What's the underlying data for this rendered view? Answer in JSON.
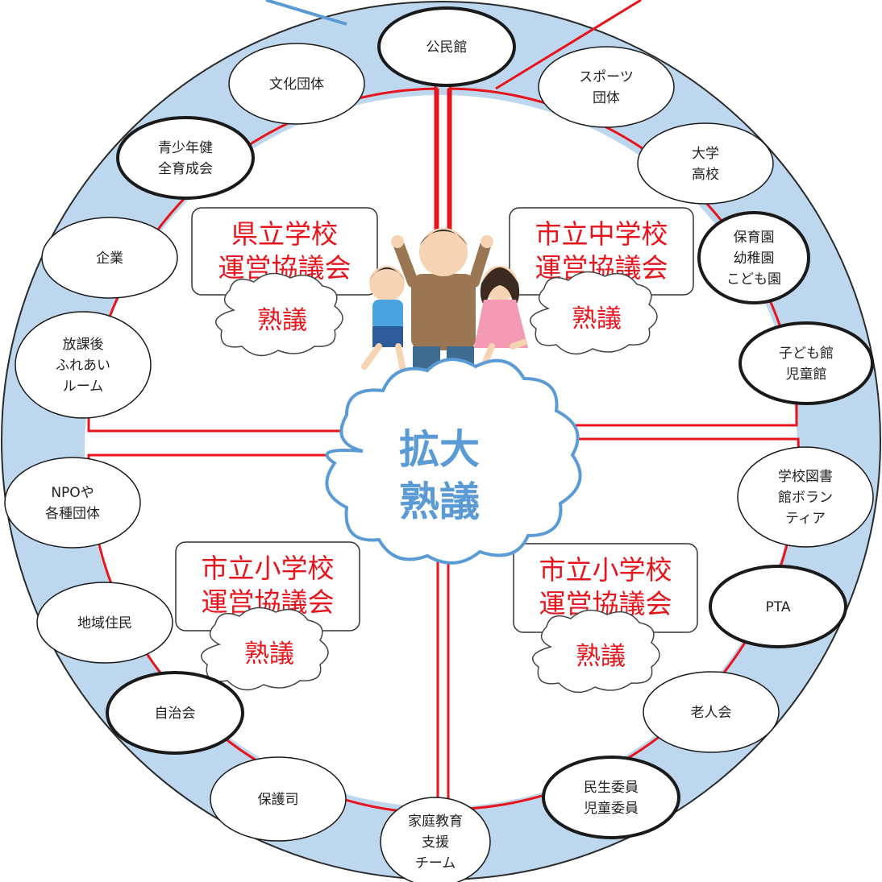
{
  "colors": {
    "ring": "#bdd7ee",
    "ring_border": "#2b2b2b",
    "red_line": "#e8141c",
    "council_text": "#e8141c",
    "center_text": "#5b9bd5",
    "blue_line": "#5b9bd5"
  },
  "organizations": [
    {
      "id": "kominkan",
      "lines": [
        "公民館"
      ],
      "bold": true
    },
    {
      "id": "sports",
      "lines": [
        "スポーツ",
        "団体"
      ],
      "bold": false
    },
    {
      "id": "daigaku",
      "lines": [
        "大学",
        "高校"
      ],
      "bold": false
    },
    {
      "id": "hoikuen",
      "lines": [
        "保育園",
        "幼稚園",
        "こども園"
      ],
      "bold": true
    },
    {
      "id": "kodomokan",
      "lines": [
        "子ども館",
        "児童館"
      ],
      "bold": true
    },
    {
      "id": "toshokan",
      "lines": [
        "学校図書",
        "館ボラン",
        "ティア"
      ],
      "bold": false
    },
    {
      "id": "pta",
      "lines": [
        "PTA"
      ],
      "bold": true
    },
    {
      "id": "rojinkai",
      "lines": [
        "老人会"
      ],
      "bold": false
    },
    {
      "id": "minsei",
      "lines": [
        "民生委員",
        "児童委員"
      ],
      "bold": true
    },
    {
      "id": "katei",
      "lines": [
        "家庭教育",
        "支援",
        "チーム"
      ],
      "bold": false
    },
    {
      "id": "hogoshi",
      "lines": [
        "保護司"
      ],
      "bold": false
    },
    {
      "id": "jichikai",
      "lines": [
        "自治会"
      ],
      "bold": true
    },
    {
      "id": "chiiki",
      "lines": [
        "地域住民"
      ],
      "bold": false
    },
    {
      "id": "npo",
      "lines": [
        "NPOや",
        "各種団体"
      ],
      "bold": false
    },
    {
      "id": "houkago",
      "lines": [
        "放課後",
        "ふれあい",
        "ルーム"
      ],
      "bold": false
    },
    {
      "id": "kigyo",
      "lines": [
        "企業"
      ],
      "bold": false
    },
    {
      "id": "seishonen",
      "lines": [
        "青少年健",
        "全育成会"
      ],
      "bold": true
    },
    {
      "id": "bunka",
      "lines": [
        "文化団体"
      ],
      "bold": false
    }
  ],
  "councils": [
    {
      "id": "kenritsu",
      "lines": [
        "県立学校",
        "運営協議会"
      ],
      "jukugi": "熟議"
    },
    {
      "id": "shiritsu-chu",
      "lines": [
        "市立中学校",
        "運営協議会"
      ],
      "jukugi": "熟議"
    },
    {
      "id": "shiritsu-sho-left",
      "lines": [
        "市立小学校",
        "運営協議会"
      ],
      "jukugi": "熟議"
    },
    {
      "id": "shiritsu-sho-right",
      "lines": [
        "市立小学校",
        "運営協議会"
      ],
      "jukugi": "熟議"
    }
  ],
  "center": {
    "lines": [
      "拡大",
      "熟議"
    ]
  }
}
